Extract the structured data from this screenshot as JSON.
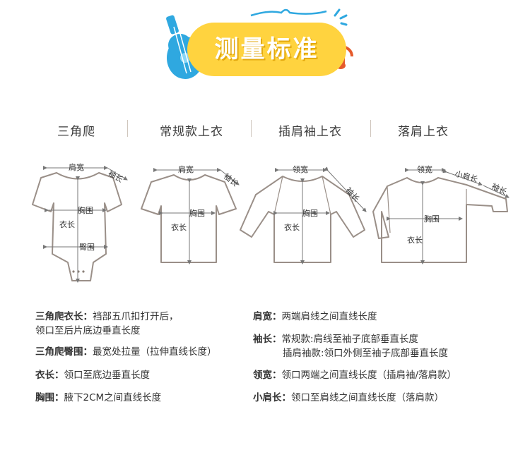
{
  "header": {
    "title": "测量标准"
  },
  "categories": [
    {
      "label": "三角爬"
    },
    {
      "label": "常规款上衣"
    },
    {
      "label": "插肩袖上衣"
    },
    {
      "label": "落肩上衣"
    }
  ],
  "diagram_labels": {
    "shoulder_width": "肩宽",
    "sleeve_length": "袖长",
    "chest": "胸围",
    "body_length": "衣长",
    "hip": "臀围",
    "neck_width": "领宽",
    "small_shoulder": "小肩长"
  },
  "descriptions": {
    "left": [
      {
        "term": "三角爬衣长：",
        "text": "裆部五爪扣打开后，",
        "text2": "领口至后片底边垂直长度"
      },
      {
        "term": "三角爬臀围：",
        "text": "最宽处拉量（拉伸直线长度）"
      },
      {
        "term": "衣长：",
        "text": "领口至底边垂直长度"
      },
      {
        "term": "胸围：",
        "text": "腋下2CM之间直线长度"
      }
    ],
    "right": [
      {
        "term": "肩宽：",
        "text": "两端肩线之间直线长度"
      },
      {
        "term": "袖长：",
        "text": "常规款:肩线至袖子底部垂直长度",
        "text2": "插肩袖款:领口外侧至袖子底部垂直长度"
      },
      {
        "term": "领宽：",
        "text": "领口两端之间直线长度（插肩袖/落肩款）"
      },
      {
        "term": "小肩长：",
        "text": "领口至肩线之间直线长度（落肩款）"
      }
    ]
  },
  "colors": {
    "banner": "#ffd33f",
    "accent_blue": "#2fa8e0",
    "outline": "#9a8f88"
  }
}
